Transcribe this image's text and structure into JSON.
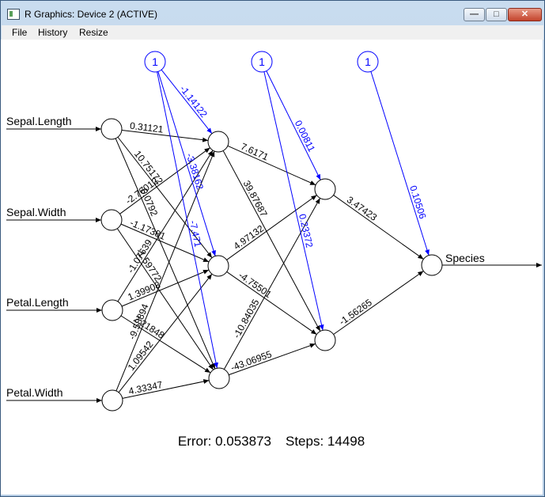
{
  "window": {
    "title": "R Graphics: Device 2 (ACTIVE)",
    "buttons": {
      "minimize_icon": "minimize-icon",
      "maximize_icon": "maximize-icon",
      "close_icon": "close-icon"
    }
  },
  "menu": {
    "file": "File",
    "history": "History",
    "resize": "Resize"
  },
  "network": {
    "inputs": [
      "Sepal.Length",
      "Sepal.Width",
      "Petal.Length",
      "Petal.Width"
    ],
    "output": "Species",
    "bias_label": "1",
    "input_to_h1": [
      [
        "0.31121",
        "10.75172",
        "-0.0792"
      ],
      [
        "-2.76012",
        "-1.17381",
        "-1.59772"
      ],
      [
        "-1.07639",
        "1.39908",
        "2.21848"
      ],
      [
        "-9.58894",
        "1.09542",
        "4.33347"
      ]
    ],
    "bias1_to_h1": [
      "-1.14122",
      "-3.38162",
      "-7.471"
    ],
    "h1_to_h2": [
      [
        "7.6171",
        "39.87687"
      ],
      [
        "4.97132",
        "-4.75501"
      ],
      [
        "-10.84035",
        "-43.06955"
      ]
    ],
    "bias2_to_h2": [
      "0.00811",
      "0.23372"
    ],
    "h2_to_out": [
      "3.47423",
      "-1.56265"
    ],
    "bias3_to_out": "0.10506"
  },
  "footer": {
    "error_label": "Error: 0.053873",
    "steps_label": "Steps: 14498"
  },
  "colors": {
    "edge": "#000000",
    "bias_edge": "#0000ff",
    "node_fill": "#ffffff"
  }
}
